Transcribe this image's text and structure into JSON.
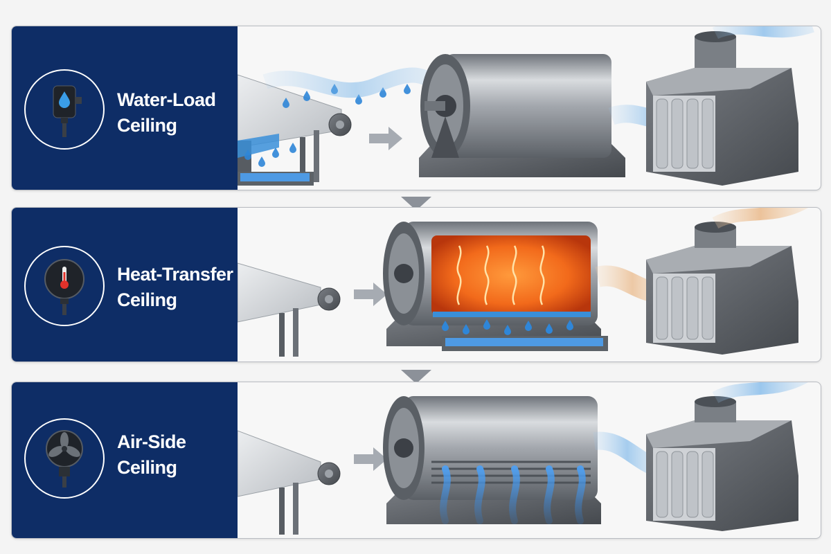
{
  "stages": [
    {
      "title_line1": "Water-Load",
      "title_line2": "Ceiling",
      "icon": "water-drop-sensor-icon"
    },
    {
      "title_line1": "Heat-Transfer",
      "title_line2": "Ceiling",
      "icon": "thermometer-sensor-icon"
    },
    {
      "title_line1": "Air-Side",
      "title_line2": "Ceiling",
      "icon": "fan-sensor-icon"
    }
  ],
  "colors": {
    "navy": "#0e2d66",
    "water_blue": "#3a8fd9",
    "heat_orange": "#f26a1b",
    "steel": "#8e9298",
    "exhaust_tan": "#e8b27e"
  }
}
